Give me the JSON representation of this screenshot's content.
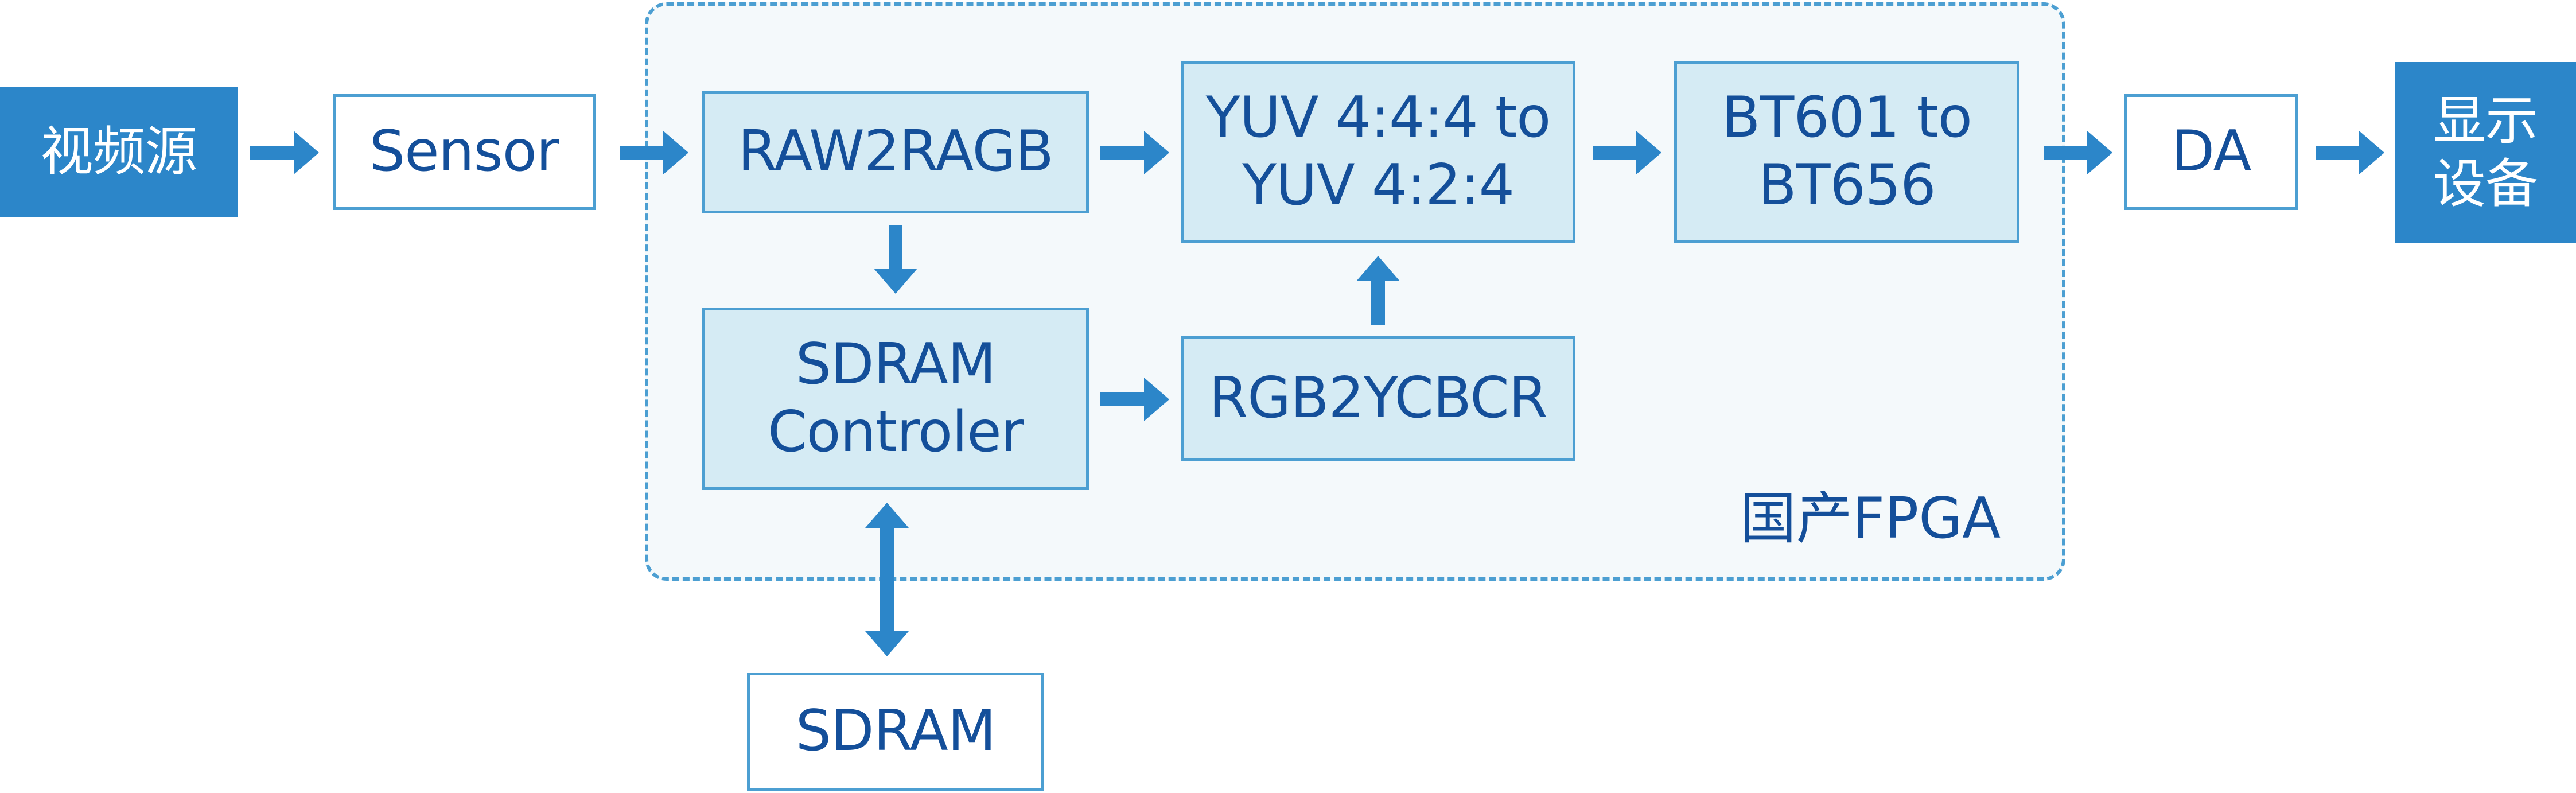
{
  "nodes": {
    "video_source": "视频源",
    "sensor": "Sensor",
    "raw2ragb": "RAW2RAGB",
    "yuv444_to_422": {
      "line1": "YUV 4:4:4 to",
      "line2": "YUV 4:2:4"
    },
    "bt601_to_bt656": {
      "line1": "BT601 to",
      "line2": "BT656"
    },
    "da": "DA",
    "display_device": {
      "line1": "显示",
      "line2": "设备"
    },
    "sdram_controller": {
      "line1": "SDRAM",
      "line2": "Controler"
    },
    "rgb2ycbcr": "RGB2YCBCR",
    "sdram": "SDRAM"
  },
  "fpga_region": {
    "label": "国产FPGA"
  },
  "colors": {
    "arrow": "#2c86c9",
    "box_border": "#4c9fd2",
    "box_fill": "#d5ebf4",
    "text": "#144f9a",
    "terminal_fill": "#2c86c9"
  }
}
